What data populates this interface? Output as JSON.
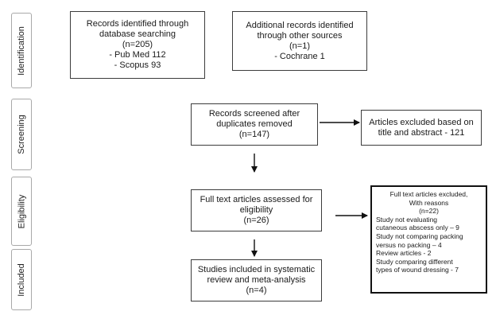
{
  "phases": {
    "identification": "Identification",
    "screening": "Screening",
    "eligibility": "Eligibility",
    "included": "Included"
  },
  "boxes": {
    "database": {
      "lines": [
        "Records identified through",
        "database searching",
        "(n=205)",
        "- Pub Med 112",
        "- Scopus 93"
      ]
    },
    "other_sources": {
      "lines": [
        "Additional records identified",
        "through other sources",
        "(n=1)",
        "- Cochrane 1"
      ]
    },
    "screened": {
      "lines": [
        "Records screened after",
        "duplicates removed",
        "(n=147)"
      ]
    },
    "excluded_title": {
      "lines": [
        "Articles excluded based on",
        "title and abstract - 121"
      ]
    },
    "full_text": {
      "lines": [
        "Full text articles assessed for",
        "eligibility",
        "(n=26)"
      ]
    },
    "included": {
      "lines": [
        "Studies included in systematic",
        "review and meta-analysis",
        "(n=4)"
      ]
    }
  },
  "full_text_excluded": {
    "header": [
      "Full text articles excluded,",
      "With reasons",
      "(n=22)"
    ],
    "items": [
      "Study not evaluating",
      "cutaneous abscess only – 9",
      "Study not comparing packing",
      "versus no packing – 4",
      "Review articles - 2",
      "Study comparing different",
      "types of wound dressing - 7"
    ]
  },
  "colors": {
    "box_border": "#3c3c3c",
    "phase_border": "#a9a9a9",
    "arrow": "#111111"
  }
}
